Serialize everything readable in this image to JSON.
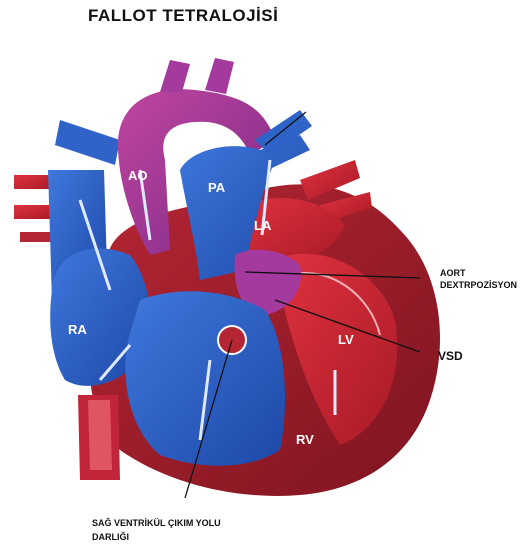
{
  "title": "FALLOT TETRALOJİSİ",
  "chambers": {
    "ao": "AO",
    "pa": "PA",
    "la": "LA",
    "ra": "RA",
    "lv": "LV",
    "rv": "RV"
  },
  "callouts": {
    "aort_line1": "AORT",
    "aort_line2": "DEXTRPOZİSYON",
    "vsd": "VSD",
    "stenosis_line1": "SAĞ VENTRİKÜL ÇIKIM YOLU",
    "stenosis_line2": "DARLIĞI"
  },
  "colors": {
    "oxygenated": "#cc1f2f",
    "deoxygenated": "#2f63c8",
    "mixed": "#a53a9e",
    "muscle": "#9e1e2c"
  }
}
